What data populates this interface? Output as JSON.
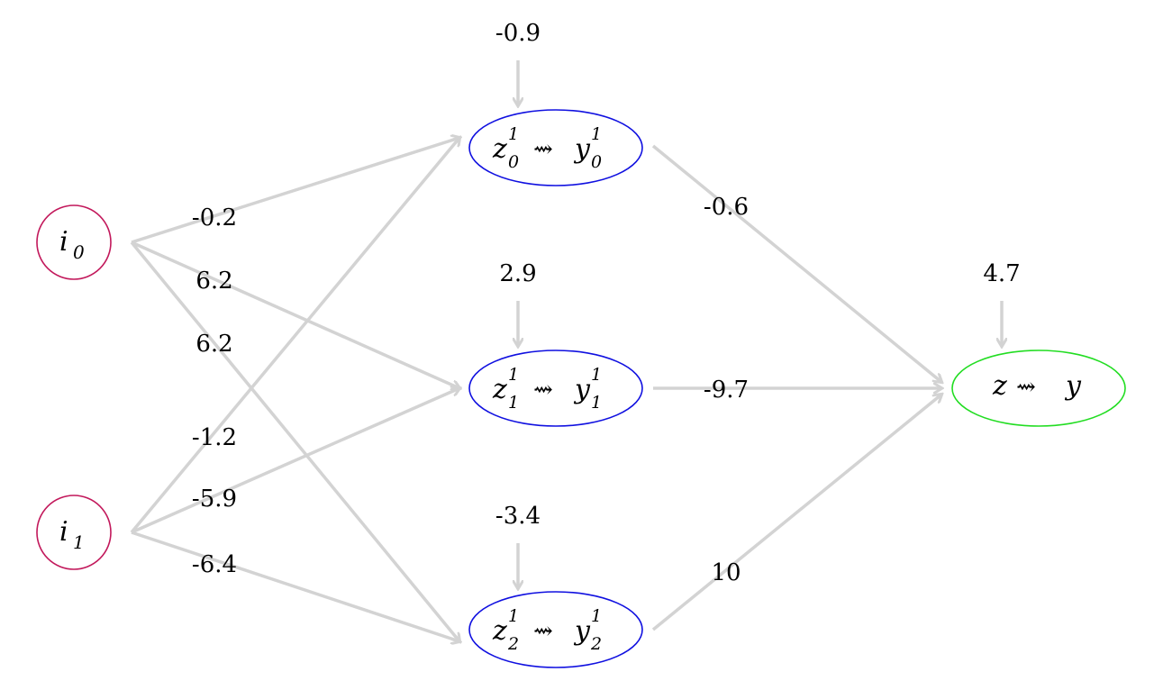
{
  "diagram": {
    "input_nodes": [
      {
        "id": "i0",
        "var": "i",
        "sub": "0",
        "color": "#c2185b"
      },
      {
        "id": "i1",
        "var": "i",
        "sub": "1",
        "color": "#c2185b"
      }
    ],
    "hidden_nodes": [
      {
        "id": "h0",
        "z": "z",
        "zsub": "0",
        "zsup": "1",
        "arrow": "⇝",
        "y": "y",
        "ysub": "0",
        "ysup": "1",
        "bias": "-0.9",
        "color": "#1010e0"
      },
      {
        "id": "h1",
        "z": "z",
        "zsub": "1",
        "zsup": "1",
        "arrow": "⇝",
        "y": "y",
        "ysub": "1",
        "ysup": "1",
        "bias": "2.9",
        "color": "#1010e0"
      },
      {
        "id": "h2",
        "z": "z",
        "zsub": "2",
        "zsup": "1",
        "arrow": "⇝",
        "y": "y",
        "ysub": "2",
        "ysup": "1",
        "bias": "-3.4",
        "color": "#1010e0"
      }
    ],
    "output_node": {
      "id": "out",
      "z": "z",
      "arrow": "⇝",
      "y": "y",
      "bias": "4.7",
      "color": "#22dd22"
    },
    "input_weights": [
      {
        "from": "i0",
        "to": "h0",
        "weight": "-0.2"
      },
      {
        "from": "i0",
        "to": "h1",
        "weight": "6.2"
      },
      {
        "from": "i0",
        "to": "h2",
        "weight": "6.2"
      },
      {
        "from": "i1",
        "to": "h0",
        "weight": "-1.2"
      },
      {
        "from": "i1",
        "to": "h1",
        "weight": "-5.9"
      },
      {
        "from": "i1",
        "to": "h2",
        "weight": "-6.4"
      }
    ],
    "output_weights": [
      {
        "from": "h0",
        "to": "out",
        "weight": "-0.6"
      },
      {
        "from": "h1",
        "to": "out",
        "weight": "-9.7"
      },
      {
        "from": "h2",
        "to": "out",
        "weight": "10"
      }
    ],
    "edge_color": "#d3d3d3"
  }
}
